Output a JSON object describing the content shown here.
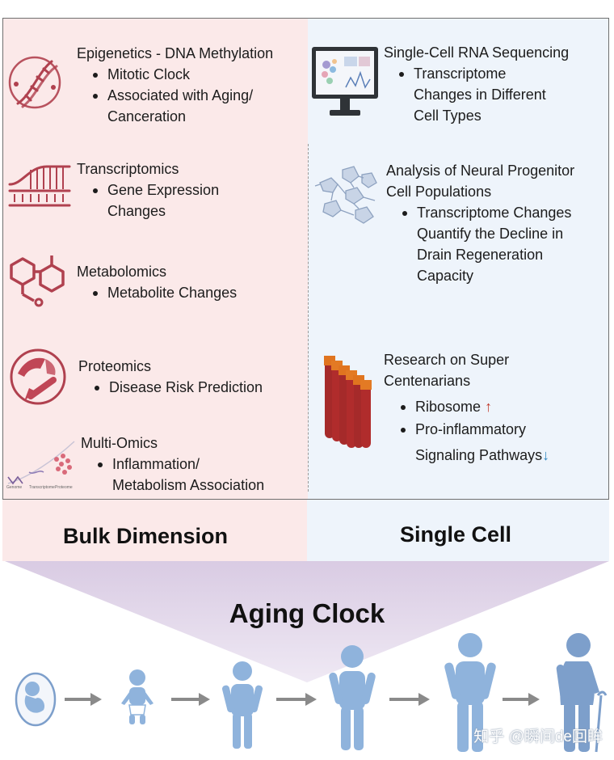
{
  "left_items": [
    {
      "title": "Epigenetics - DNA Methylation",
      "bullets": [
        [
          "Mitotic Clock"
        ],
        [
          "Associated with Aging/",
          "Canceration"
        ]
      ],
      "icon": "dna-helix-icon"
    },
    {
      "title": "Transcriptomics",
      "bullets": [
        [
          "Gene Expression",
          "Changes"
        ]
      ],
      "icon": "rna-strand-icon"
    },
    {
      "title": "Metabolomics",
      "bullets": [
        [
          "Metabolite Changes"
        ]
      ],
      "icon": "molecule-icon"
    },
    {
      "title": "Proteomics",
      "bullets": [
        [
          "Disease Risk Prediction"
        ]
      ],
      "icon": "protein-icon"
    },
    {
      "title": "Multi-Omics",
      "bullets": [
        [
          "Inflammation/",
          "Metabolism Association"
        ]
      ],
      "icon": "multi-omics-icon"
    }
  ],
  "multi_omics_small_labels": [
    "Genome",
    "Transcriptome",
    "Proteome"
  ],
  "right_items": [
    {
      "title": [
        "Single-Cell RNA Sequencing"
      ],
      "bullets": [
        [
          "Transcriptome",
          "Changes in Different",
          "Cell Types"
        ]
      ],
      "icon": "monitor-icon"
    },
    {
      "title": [
        "Analysis of Neural Progenitor",
        "Cell Populations"
      ],
      "bullets": [
        [
          "Transcriptome Changes",
          "Quantify the Decline in",
          "Drain Regeneration",
          "Capacity"
        ]
      ],
      "icon": "neuron-cells-icon"
    },
    {
      "title": [
        "Research on Super",
        "Centenarians"
      ],
      "bullets": [
        [
          "Ribosome"
        ],
        [
          "Pro-inflammatory",
          "Signaling Pathways"
        ]
      ],
      "icon": "blood-tubes-icon"
    }
  ],
  "arrows": {
    "up": "↑",
    "down": "↓"
  },
  "bands": {
    "left": "Bulk Dimension",
    "right": "Single Cell"
  },
  "clock_title": "Aging Clock",
  "watermark": "知乎 @瞬间de回眸",
  "colors": {
    "left_bg": "#fbe9e9",
    "right_bg": "#eef4fb",
    "icon_red": "#b0414f",
    "figure_blue": "#8fb3dc",
    "arrow_up": "#c0392b",
    "arrow_down": "#2e86c1"
  }
}
